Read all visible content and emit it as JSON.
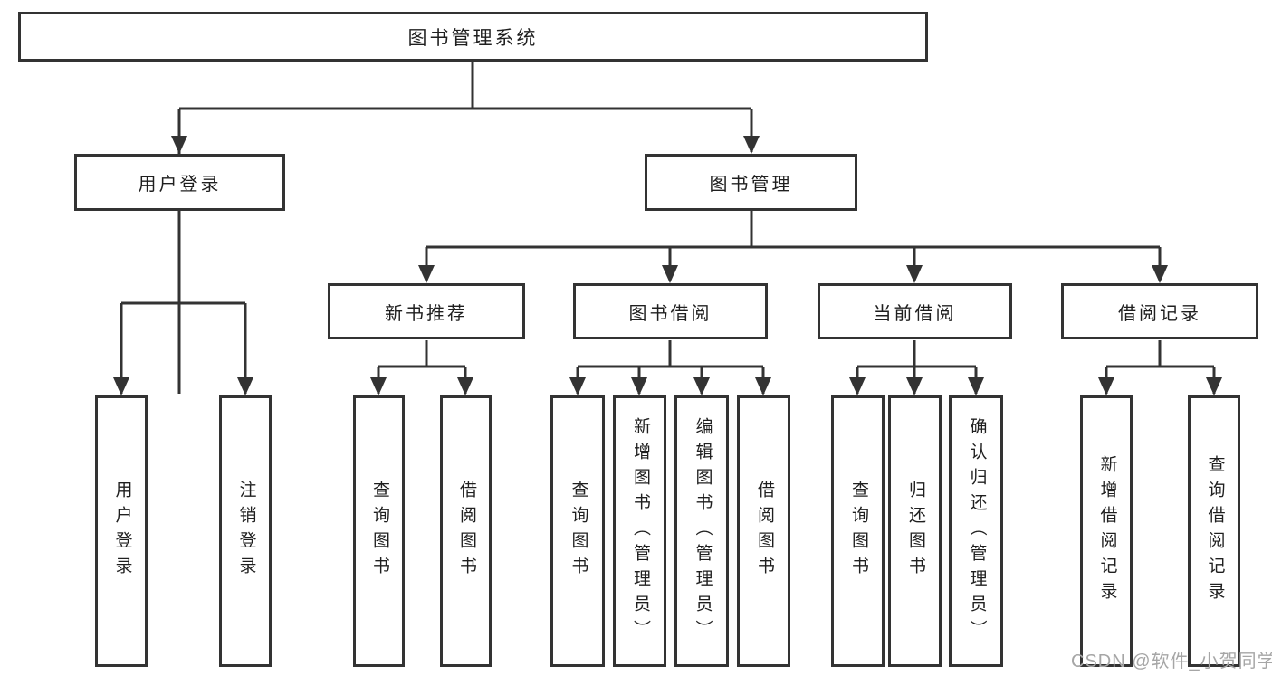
{
  "root": {
    "label": "图书管理系统"
  },
  "branches": {
    "user_login": {
      "label": "用户登录",
      "children": [
        {
          "label": "用户登录"
        },
        {
          "label": "注销登录"
        }
      ]
    },
    "book_management": {
      "label": "图书管理"
    }
  },
  "sections": {
    "new_book_recommend": {
      "label": "新书推荐",
      "children": [
        {
          "label": "查询图书"
        },
        {
          "label": "借阅图书"
        }
      ]
    },
    "book_borrow": {
      "label": "图书借阅",
      "children": [
        {
          "label": "查询图书"
        },
        {
          "label": "新增图书（管理员）"
        },
        {
          "label": "编辑图书（管理员）"
        },
        {
          "label": "借阅图书"
        }
      ]
    },
    "current_borrow": {
      "label": "当前借阅",
      "children": [
        {
          "label": "查询图书"
        },
        {
          "label": "归还图书"
        },
        {
          "label": "确认归还（管理员）"
        }
      ]
    },
    "borrow_records": {
      "label": "借阅记录",
      "children": [
        {
          "label": "新增借阅记录"
        },
        {
          "label": "查询借阅记录"
        }
      ]
    }
  },
  "watermark": "CSDN @软件_小贺同学",
  "colors": {
    "line": "#333333",
    "text": "#1f1f1f",
    "background": "#ffffff",
    "watermark": "#a6a6a6"
  }
}
